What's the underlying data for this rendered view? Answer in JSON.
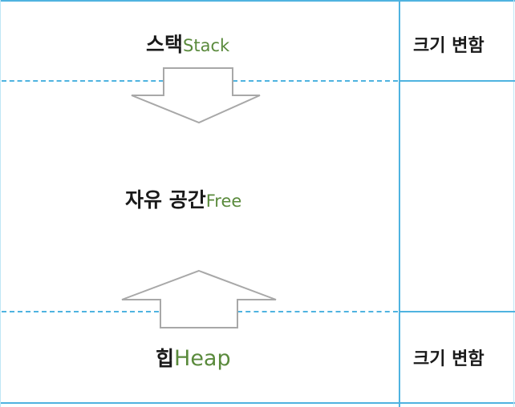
{
  "diagram": {
    "stack": {
      "ko": "스택",
      "en": "Stack"
    },
    "free": {
      "ko": "자유 공간",
      "en": "Free"
    },
    "heap": {
      "ko": "힙",
      "en": "Heap"
    },
    "stack_side_label": "크기 변함",
    "heap_side_label": "크기 변함",
    "arrows": [
      {
        "name": "stack-grows-down",
        "direction": "down"
      },
      {
        "name": "heap-grows-up",
        "direction": "up"
      }
    ]
  },
  "colors": {
    "border": "#4fb3e0",
    "english_text": "#5a8a3c",
    "arrow_stroke": "#a8a8a8"
  }
}
